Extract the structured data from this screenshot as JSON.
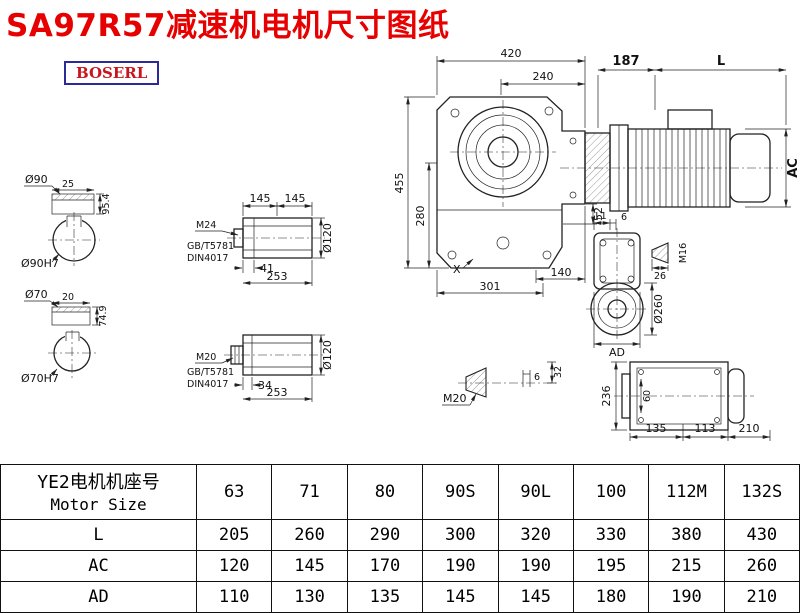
{
  "page": {
    "title": "SA97R57减速机电机尺寸图纸",
    "logo_text": "BOSERL",
    "colors": {
      "title": "#e60000",
      "logo_border": "#2a2a99",
      "logo_text": "#c9151e"
    }
  },
  "drawing": {
    "main_view": {
      "dim_width_total": "420",
      "dim_width_inner": "240",
      "dim_height_total": "455",
      "dim_height_inner": "280",
      "dim_flange_offset": "52",
      "dim_140": "140",
      "dim_301": "301",
      "point_label": "X"
    },
    "motor_view": {
      "dim_adapter": "187",
      "dim_length": "L",
      "dim_height": "AC"
    },
    "hollow_shaft_top": {
      "dim_145_left": "145",
      "dim_145_right": "145",
      "dim_diameter": "Ø120",
      "thread": "M24",
      "standard_gb": "GB/T5781",
      "standard_din": "DIN4017",
      "dim_41": "41",
      "dim_253": "253"
    },
    "hollow_shaft_bottom": {
      "dim_diameter": "Ø120",
      "thread": "M20",
      "standard_gb": "GB/T5781",
      "standard_din": "DIN4017",
      "dim_34": "34",
      "dim_253": "253"
    },
    "bore_top": {
      "dim_bore": "Ø90",
      "dim_key_width": "25",
      "dim_key_height": "95.4",
      "dim_fit": "Ø90H7"
    },
    "bore_bottom": {
      "dim_bore": "Ø70",
      "dim_key_width": "20",
      "dim_key_height": "74.9",
      "dim_fit": "Ø70H7"
    },
    "output_side_view": {
      "dim_L1": "L1",
      "dim_6": "6",
      "thread": "M16",
      "dim_26": "26",
      "dim_flange": "Ø260",
      "dim_AD": "AD"
    },
    "motor_face_view": {
      "dim_236": "236",
      "dim_60": "60",
      "dim_135": "135",
      "dim_113": "113",
      "dim_210": "210"
    },
    "plug_detail": {
      "thread": "M20",
      "dim_6": "6",
      "dim_32": "32"
    }
  },
  "table": {
    "header": {
      "line1": "YE2电机机座号",
      "line2": "Motor Size"
    },
    "sizes": [
      "63",
      "71",
      "80",
      "90S",
      "90L",
      "100",
      "112M",
      "132S"
    ],
    "rows": [
      {
        "label": "L",
        "values": [
          "205",
          "260",
          "290",
          "300",
          "320",
          "330",
          "380",
          "430"
        ]
      },
      {
        "label": "AC",
        "values": [
          "120",
          "145",
          "170",
          "190",
          "190",
          "195",
          "215",
          "260"
        ]
      },
      {
        "label": "AD",
        "values": [
          "110",
          "130",
          "135",
          "145",
          "145",
          "180",
          "190",
          "210"
        ]
      }
    ]
  }
}
